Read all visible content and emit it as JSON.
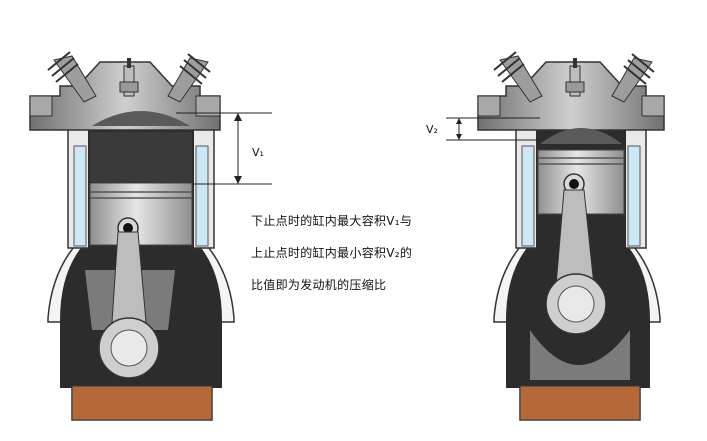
{
  "labels": {
    "v1": "V₁",
    "v2": "V₂"
  },
  "caption": {
    "line1": "下止点时的缸内最大容积V₁与",
    "line2": "上止点时的缸内最小容积V₂的",
    "line3": "比值即为发动机的压缩比"
  },
  "colors": {
    "oil": "#b5683a",
    "dark_chamber": "#2c2c2c",
    "piston": "#b9b9b9",
    "crank_gray": "#7b7b7b",
    "wall_blue": "#cde7f5",
    "block_line": "#333333"
  }
}
